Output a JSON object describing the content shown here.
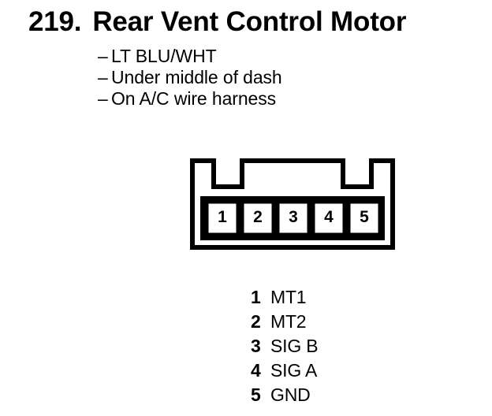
{
  "title": {
    "number": "219.",
    "name": "Rear Vent Control Motor"
  },
  "description": {
    "dash": "–",
    "lines": [
      "LT BLU/WHT",
      "Under middle of dash",
      "On A/C wire harness"
    ]
  },
  "connector": {
    "pin_count": 5,
    "pins": [
      {
        "number": "1"
      },
      {
        "number": "2"
      },
      {
        "number": "3"
      },
      {
        "number": "4"
      },
      {
        "number": "5"
      }
    ],
    "outline_color": "#000000",
    "fill_color": "#ffffff"
  },
  "legend": {
    "rows": [
      {
        "num": "1",
        "label": "MT1"
      },
      {
        "num": "2",
        "label": "MT2"
      },
      {
        "num": "3",
        "label": "SIG B"
      },
      {
        "num": "4",
        "label": "SIG A"
      },
      {
        "num": "5",
        "label": "GND"
      }
    ]
  }
}
